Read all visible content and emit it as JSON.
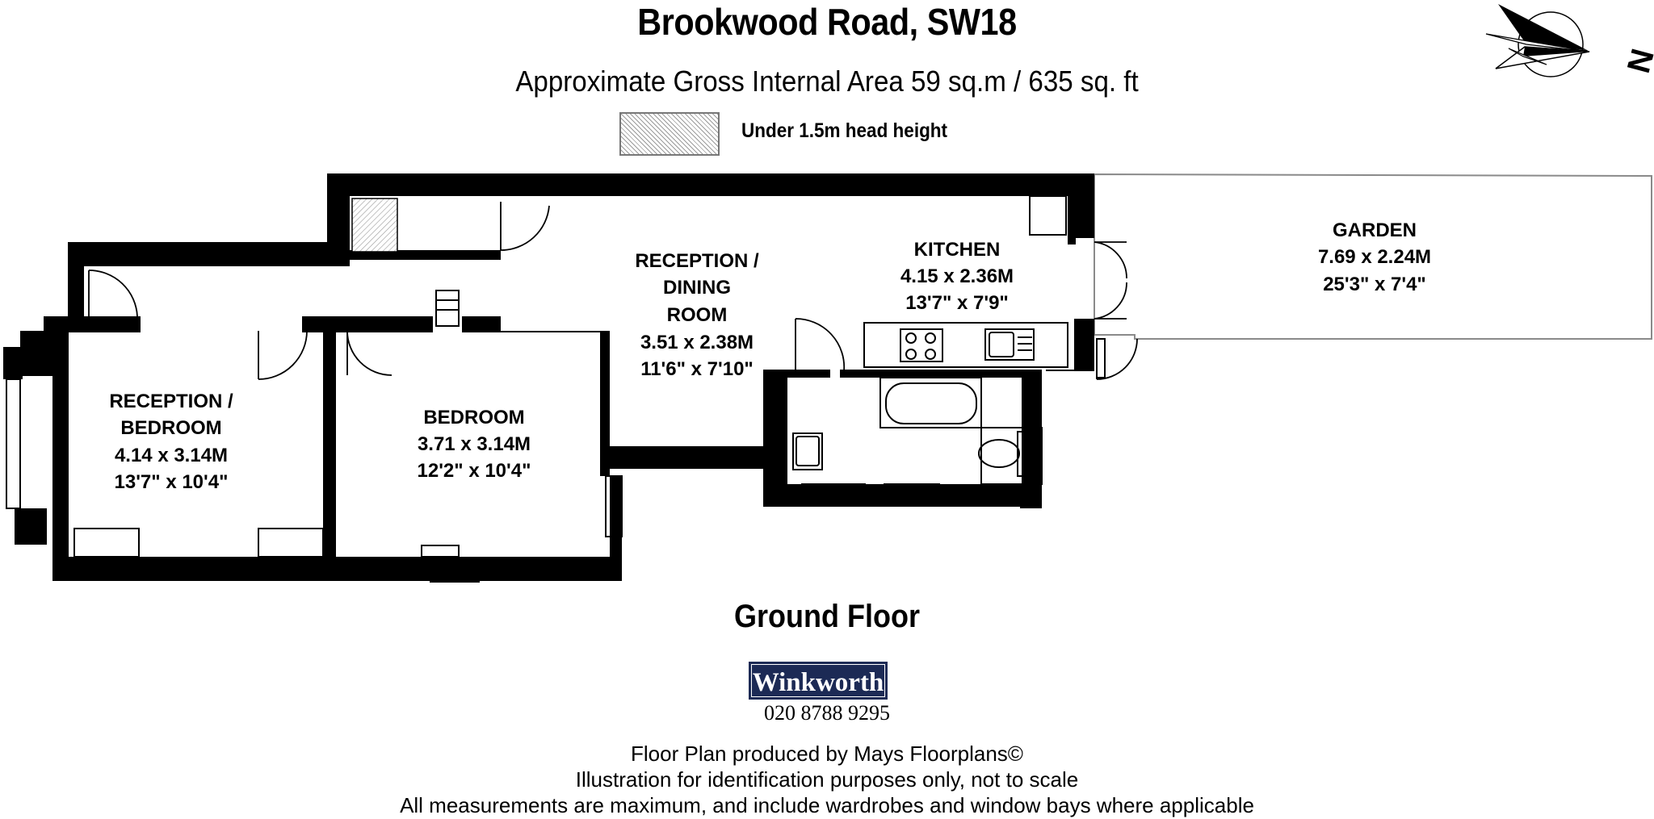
{
  "header": {
    "title": "Brookwood Road, SW18",
    "subtitle": "Approximate Gross Internal Area 59 sq.m /  635 sq. ft",
    "legend_text": "Under 1.5m head height"
  },
  "compass": {
    "label": "N"
  },
  "rooms": {
    "reception_bedroom": {
      "line1": "RECEPTION /",
      "line2": "BEDROOM",
      "metric": "4.14 x 3.14M",
      "imperial": "13'7\" x 10'4\""
    },
    "bedroom": {
      "line1": "BEDROOM",
      "metric": "3.71 x 3.14M",
      "imperial": "12'2\" x 10'4\""
    },
    "reception_dining": {
      "line1": "RECEPTION /",
      "line2": "DINING",
      "line3": "ROOM",
      "metric": "3.51 x 2.38M",
      "imperial": "11'6\" x 7'10\""
    },
    "kitchen": {
      "line1": "KITCHEN",
      "metric": "4.15 x 2.36M",
      "imperial": "13'7\" x 7'9\""
    },
    "garden": {
      "line1": "GARDEN",
      "metric": "7.69 x 2.24M",
      "imperial": "25'3\" x 7'4\""
    }
  },
  "floor_label": "Ground Floor",
  "agent": {
    "name": "Winkworth",
    "phone": "020 8788 9295"
  },
  "footer": {
    "line1": "Floor Plan produced by Mays Floorplans©",
    "line2": "Illustration for identification purposes only, not to scale",
    "line3": "All measurements are maximum, and include wardrobes and window bays where applicable"
  },
  "colors": {
    "wall": "#000000",
    "hatch": "#9a9a9a",
    "logo_bg": "#1c2a55"
  }
}
